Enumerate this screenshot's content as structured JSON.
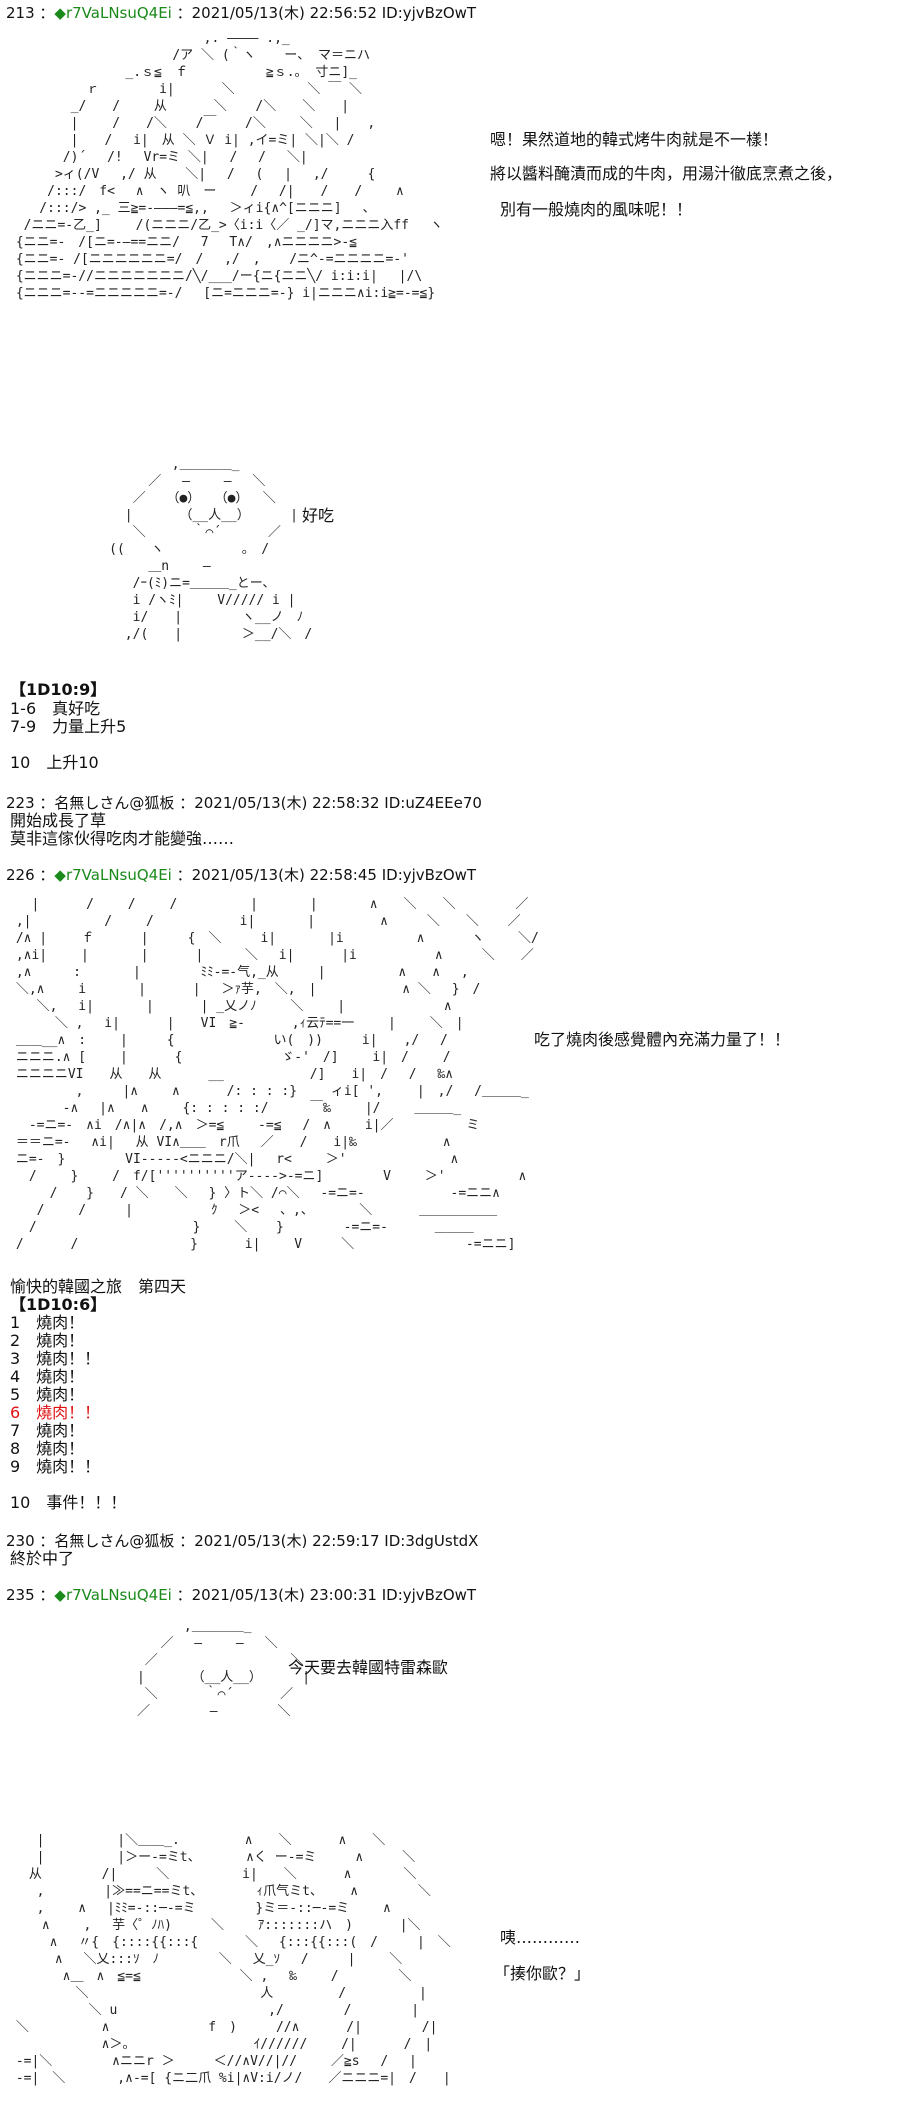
{
  "posts": [
    {
      "num": "213",
      "name": "◆r7VaLNsuQ4Ei",
      "date": "2021/05/13(木) 22:56:52",
      "id": "ID:yjvBzOwT"
    },
    {
      "num": "223",
      "name": "名無しさん@狐板",
      "date": "2021/05/13(木) 22:58:32",
      "id": "ID:uZ4EEe70"
    },
    {
      "num": "226",
      "name": "◆r7VaLNsuQ4Ei",
      "date": "2021/05/13(木) 22:58:45",
      "id": "ID:yjvBzOwT"
    },
    {
      "num": "230",
      "name": "名無しさん@狐板",
      "date": "2021/05/13(木) 22:59:17",
      "id": "ID:3dgUstdX"
    },
    {
      "num": "235",
      "name": "◆r7VaLNsuQ4Ei",
      "date": "2021/05/13(木) 23:00:31",
      "id": "ID:yjvBzOwT"
    }
  ],
  "p213": {
    "speech": [
      "嗯！果然道地的韓式烤牛肉就是不一樣！",
      "將以醬料醃漬而成的牛肉，用湯汁徹底烹煮之後，",
      "別有一般燒肉的風味呢！！"
    ],
    "yummy": "好吃",
    "roll_tag": "【1D10:9】",
    "roll_lines": [
      "1-6　真好吃",
      "7-9　力量上升5",
      "",
      "10　上升10"
    ]
  },
  "p223": {
    "lines": [
      "開始成長了草",
      "莫非這傢伙得吃肉才能變強……"
    ]
  },
  "p226": {
    "speech": "吃了燒肉後感覺體內充滿力量了！！",
    "title": "愉快的韓國之旅　第四天",
    "roll_tag": "【1D10:6】",
    "list": [
      "1　燒肉！",
      "2　燒肉！",
      "3　燒肉！！",
      "4　燒肉！",
      "5　燒肉！",
      "6　燒肉！！",
      "7　燒肉！",
      "8　燒肉！",
      "9　燒肉！！"
    ],
    "event": "10　事件！！！"
  },
  "p230": {
    "lines": [
      "終於中了"
    ]
  },
  "p235": {
    "speech1": "今天要去韓國特雷森歐",
    "speech2": "咦…………",
    "speech3": "「揍你歐？」"
  },
  "colors": {
    "tripcode": "#1a8a1a",
    "highlight": "#e01010"
  }
}
